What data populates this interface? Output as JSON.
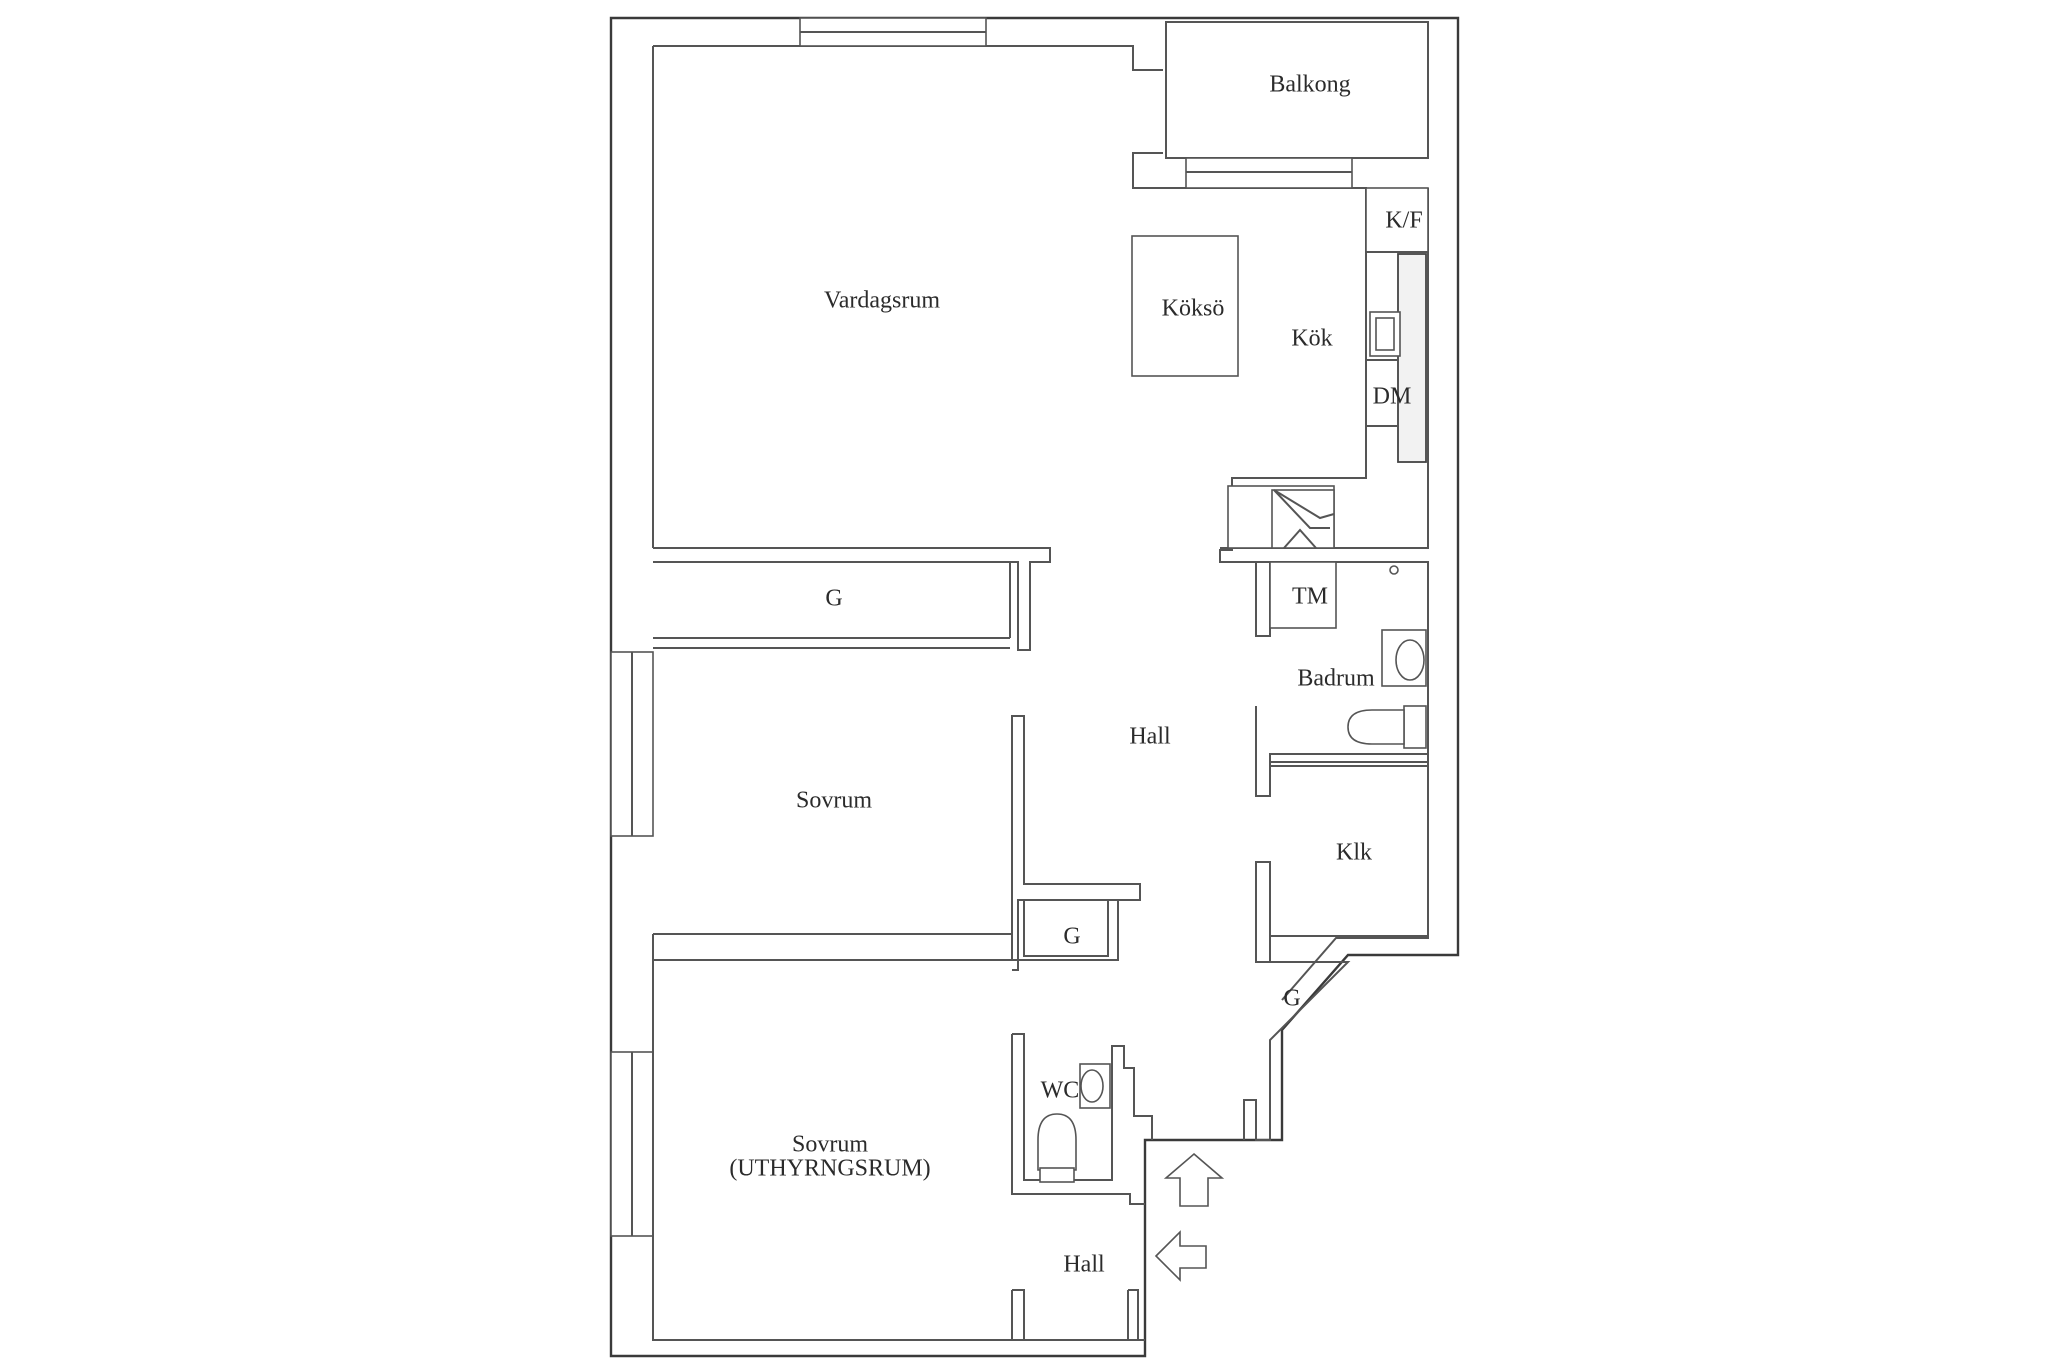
{
  "labels": {
    "balkong": "Balkong",
    "kf": "K/F",
    "vardagsrum": "Vardagsrum",
    "kokso": "Köksö",
    "kok": "Kök",
    "dm": "DM",
    "g_top": "G",
    "tm": "TM",
    "badrum": "Badrum",
    "hall_main": "Hall",
    "sovrum": "Sovrum",
    "klk": "Klk",
    "g_mid": "G",
    "g_entry": "G",
    "wc": "WC",
    "sovrum2_line1": "Sovrum",
    "sovrum2_line2": "(UTHYRNGSRUM)",
    "hall_lower": "Hall"
  },
  "icons": [
    "entry-arrow-up-icon",
    "entry-arrow-left-icon",
    "sink-icon",
    "toilet-icon",
    "stove-icon"
  ]
}
